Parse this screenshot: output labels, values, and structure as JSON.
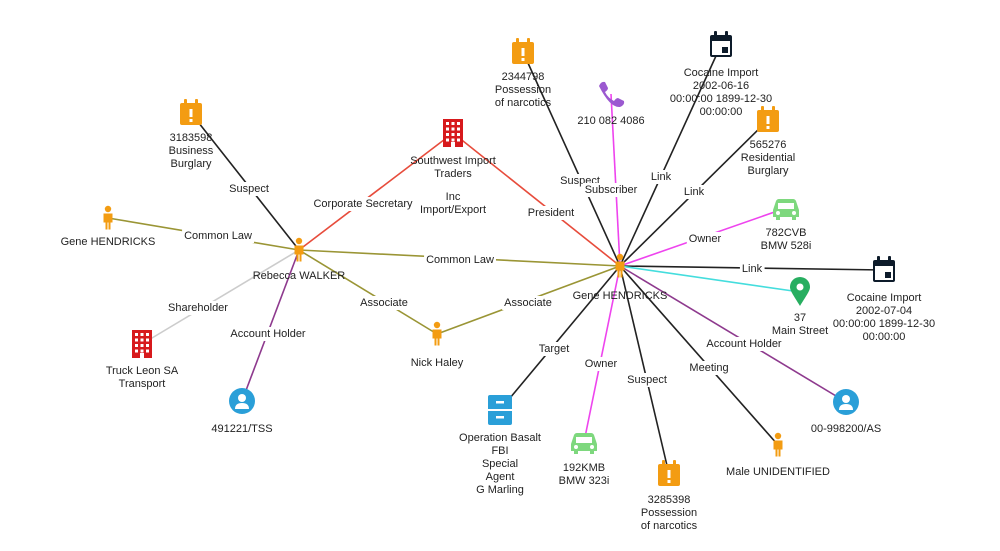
{
  "colors": {
    "person": "#f39c12",
    "event": "#f39c12",
    "organization": "#d7191c",
    "phone": "#9b59d0",
    "vehicle": "#7ed87e",
    "location": "#27ae60",
    "account": "#2a9fd8",
    "document": "#2a9fd8",
    "calendar": "#0d1b2a",
    "edge_olive": "#9a9535",
    "edge_red": "#e74c3c",
    "edge_black": "#222222",
    "edge_magenta": "#ee44ee",
    "edge_purple": "#8e3a8e",
    "edge_cyan": "#44dddd",
    "edge_grey": "#cccccc"
  },
  "nodes": [
    {
      "id": "rebecca",
      "type": "person",
      "icon": "person-icon",
      "lines": [
        "Rebecca WALKER"
      ]
    },
    {
      "id": "gene_main",
      "type": "person",
      "icon": "person-icon",
      "lines": [
        "Gene  HENDRICKS"
      ]
    },
    {
      "id": "gene_left",
      "type": "person",
      "icon": "person-icon",
      "lines": [
        "Gene  HENDRICKS"
      ]
    },
    {
      "id": "nick",
      "type": "person",
      "icon": "person-icon",
      "lines": [
        "Nick Haley"
      ]
    },
    {
      "id": "male_unid",
      "type": "person",
      "icon": "person-icon",
      "lines": [
        "Male UNIDENTIFIED"
      ]
    },
    {
      "id": "burglary1",
      "type": "event",
      "icon": "alert-calendar-icon",
      "lines": [
        "3183598",
        "Business",
        "Burglary"
      ]
    },
    {
      "id": "narcotics1",
      "type": "event",
      "icon": "alert-calendar-icon",
      "lines": [
        "2344798",
        "Possession",
        "of narcotics"
      ]
    },
    {
      "id": "residential",
      "type": "event",
      "icon": "alert-calendar-icon",
      "lines": [
        "565276",
        "Residential",
        "Burglary"
      ]
    },
    {
      "id": "narcotics2",
      "type": "event",
      "icon": "alert-calendar-icon",
      "lines": [
        "3285398",
        "Possession",
        "of narcotics"
      ]
    },
    {
      "id": "southwest",
      "type": "organization",
      "icon": "building-icon",
      "lines": [
        "Southwest Import",
        "Traders"
      ]
    },
    {
      "id": "truckleon",
      "type": "organization",
      "icon": "building-icon",
      "lines": [
        "Truck Leon SA",
        "Transport"
      ]
    },
    {
      "id": "phone",
      "type": "phone",
      "icon": "phone-icon",
      "lines": [
        "210 082 4086"
      ]
    },
    {
      "id": "cocaine1",
      "type": "calendar",
      "icon": "calendar-icon",
      "lines": [
        "Cocaine Import",
        "2002-06-16",
        "00:00:00 1899-12-30",
        "00:00:00"
      ]
    },
    {
      "id": "cocaine2",
      "type": "calendar",
      "icon": "calendar-icon",
      "lines": [
        "Cocaine Import",
        "2002-07-04",
        "00:00:00 1899-12-30",
        "00:00:00"
      ]
    },
    {
      "id": "car1",
      "type": "vehicle",
      "icon": "car-icon",
      "lines": [
        "782CVB",
        "BMW 528i"
      ]
    },
    {
      "id": "car2",
      "type": "vehicle",
      "icon": "car-icon",
      "lines": [
        "192KMB",
        "BMW 323i"
      ]
    },
    {
      "id": "mainst",
      "type": "location",
      "icon": "map-pin-icon",
      "lines": [
        "37",
        "Main Street"
      ]
    },
    {
      "id": "acct1",
      "type": "account",
      "icon": "account-icon",
      "lines": [
        "491221/TSS"
      ]
    },
    {
      "id": "acct2",
      "type": "account",
      "icon": "account-icon",
      "lines": [
        "00-998200/AS"
      ]
    },
    {
      "id": "basalt",
      "type": "document",
      "icon": "file-cabinet-icon",
      "lines": [
        "Operation Basalt",
        "FBI",
        "Special",
        "Agent",
        "G Marling"
      ]
    }
  ],
  "free_labels": [
    {
      "id": "inc_label",
      "lines": [
        "Inc",
        "Import/Export"
      ]
    }
  ],
  "edges": [
    {
      "id": "e1",
      "from": "gene_left",
      "to": "rebecca",
      "label": "Common Law",
      "color": "edge_olive"
    },
    {
      "id": "e2",
      "from": "burglary1",
      "to": "rebecca",
      "label": "Suspect",
      "color": "edge_black"
    },
    {
      "id": "e3",
      "from": "southwest",
      "to": "rebecca",
      "label": "Corporate Secretary",
      "color": "edge_red"
    },
    {
      "id": "e4",
      "from": "rebecca",
      "to": "gene_main",
      "label": "Common Law",
      "color": "edge_olive"
    },
    {
      "id": "e5",
      "from": "rebecca",
      "to": "truckleon",
      "label": "Shareholder",
      "color": "edge_grey"
    },
    {
      "id": "e6",
      "from": "rebecca",
      "to": "acct1",
      "label": "Account Holder",
      "color": "edge_purple"
    },
    {
      "id": "e7",
      "from": "rebecca",
      "to": "nick",
      "label": "Associate",
      "color": "edge_olive"
    },
    {
      "id": "e8",
      "from": "nick",
      "to": "gene_main",
      "label": "Associate",
      "color": "edge_olive"
    },
    {
      "id": "e9",
      "from": "southwest",
      "to": "gene_main",
      "label": "President",
      "color": "edge_red"
    },
    {
      "id": "e10",
      "from": "narcotics1",
      "to": "gene_main",
      "label": "Suspect",
      "color": "edge_black"
    },
    {
      "id": "e11",
      "from": "phone",
      "to": "gene_main",
      "label": "Subscriber",
      "color": "edge_magenta"
    },
    {
      "id": "e12",
      "from": "cocaine1",
      "to": "gene_main",
      "label": "Link",
      "color": "edge_black"
    },
    {
      "id": "e13",
      "from": "residential",
      "to": "gene_main",
      "label": "Link",
      "color": "edge_black"
    },
    {
      "id": "e14",
      "from": "car1",
      "to": "gene_main",
      "label": "Owner",
      "color": "edge_magenta"
    },
    {
      "id": "e15",
      "from": "gene_main",
      "to": "cocaine2",
      "label": "Link",
      "color": "edge_black"
    },
    {
      "id": "e16",
      "from": "gene_main",
      "to": "mainst",
      "label": "",
      "color": "edge_cyan"
    },
    {
      "id": "e17",
      "from": "gene_main",
      "to": "acct2",
      "label": "Account Holder",
      "color": "edge_purple"
    },
    {
      "id": "e18",
      "from": "gene_main",
      "to": "male_unid",
      "label": "Meeting",
      "color": "edge_black"
    },
    {
      "id": "e19",
      "from": "gene_main",
      "to": "narcotics2",
      "label": "Suspect",
      "color": "edge_black"
    },
    {
      "id": "e20",
      "from": "gene_main",
      "to": "car2",
      "label": "Owner",
      "color": "edge_magenta"
    },
    {
      "id": "e21",
      "from": "gene_main",
      "to": "basalt",
      "label": "Target",
      "color": "edge_black"
    }
  ]
}
